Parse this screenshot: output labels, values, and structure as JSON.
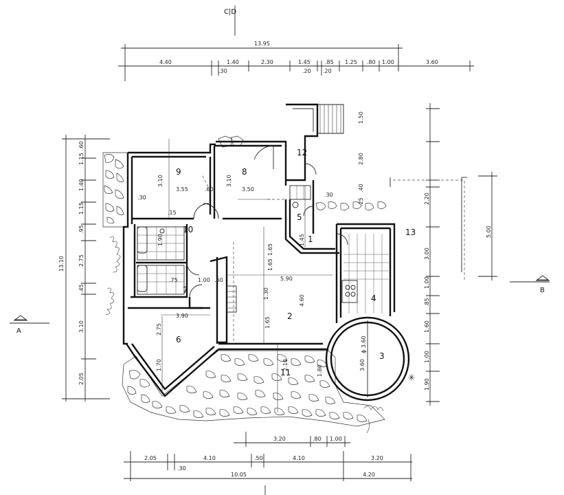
{
  "section_markers": {
    "cd": "C|D",
    "a": "A",
    "b": "B"
  },
  "top_dims": {
    "overall": "13.95",
    "segments": [
      "4.40",
      "1.40",
      "2.30",
      "1.45",
      ".85",
      "1.25",
      ".80",
      "1.00",
      "3.60"
    ],
    "sub": [
      ".30",
      ".20",
      ".20"
    ]
  },
  "left_dims": [
    "1.15",
    "1.40",
    "1.15",
    ".95",
    "2.75",
    ".45",
    "3.10",
    "2.05"
  ],
  "left_small": [
    ".60"
  ],
  "left_overall": "13.10",
  "right_dims": [
    "1.50",
    "2.80",
    ".40",
    ".25",
    "2.20",
    "3.00",
    "1.00",
    ".85",
    "1.60",
    "1.00",
    "1.90"
  ],
  "right_overall": "5.00",
  "bottom_dims_row1": [
    "3.20",
    ".80",
    "1.00"
  ],
  "bottom_dims_row2": [
    "2.05",
    "4.10",
    ".50",
    "4.10",
    "3.20"
  ],
  "bottom_sub": [
    ".30"
  ],
  "bottom_dims_row3": [
    "10.05",
    "4.20"
  ],
  "rooms": [
    "1",
    "2",
    "3",
    "4",
    "5",
    "6",
    "7",
    "8",
    "9",
    "10",
    "11",
    "12",
    "13"
  ],
  "interior_dims": [
    "3.10",
    "3.55",
    "3.10",
    "3.50",
    ".60",
    ".30",
    ".15",
    "1.65",
    "1.65",
    "5.90",
    "1.30",
    "4.60",
    "1.65",
    "3.90",
    "2.75",
    "1.70",
    "1.00",
    ".60",
    ".75",
    "1.90",
    "2.10",
    "1.45",
    "1.80",
    "3.60",
    ".30"
  ],
  "diameter_label": "ϕ 3.60"
}
